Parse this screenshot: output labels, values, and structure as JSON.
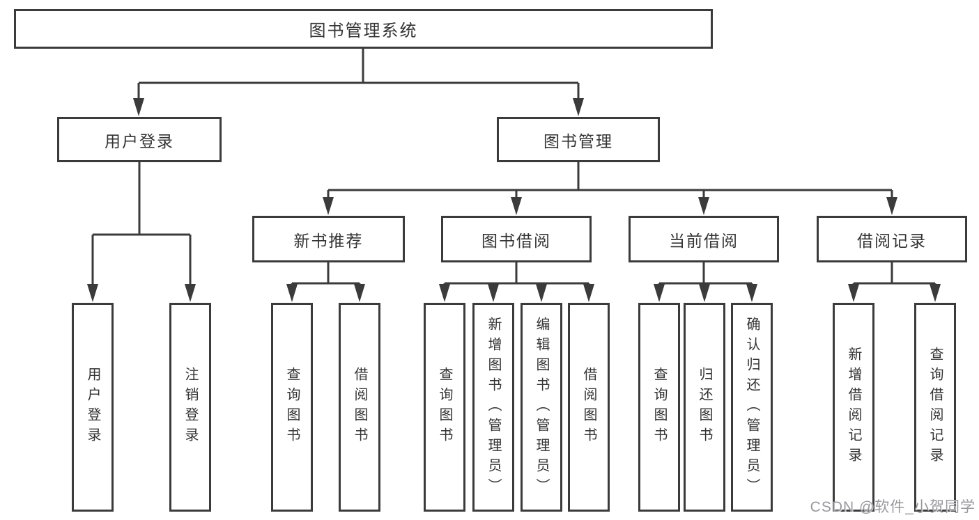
{
  "diagram": {
    "root": {
      "label": "图书管理系统"
    },
    "level2": {
      "user_login": {
        "label": "用户登录"
      },
      "book_mgmt": {
        "label": "图书管理"
      }
    },
    "level3": {
      "new_book": {
        "label": "新书推荐"
      },
      "book_borrow": {
        "label": "图书借阅"
      },
      "current_borrow": {
        "label": "当前借阅"
      },
      "borrow_record": {
        "label": "借阅记录"
      }
    },
    "leaves": {
      "user_login": [
        "用户登录",
        "注销登录"
      ],
      "new_book": [
        "查询图书",
        "借阅图书"
      ],
      "book_borrow": [
        "查询图书",
        "新增图书（管理员）",
        "编辑图书（管理员）",
        "借阅图书"
      ],
      "current_borrow": [
        "查询图书",
        "归还图书",
        "确认归还（管理员）"
      ],
      "borrow_record": [
        "新增借阅记录",
        "查询借阅记录"
      ]
    },
    "watermark": "CSDN @软件_小贺同学",
    "colors": {
      "line": "#3b3b3b",
      "text": "#333333",
      "background": "#ffffff",
      "watermark": "#98989e"
    }
  }
}
